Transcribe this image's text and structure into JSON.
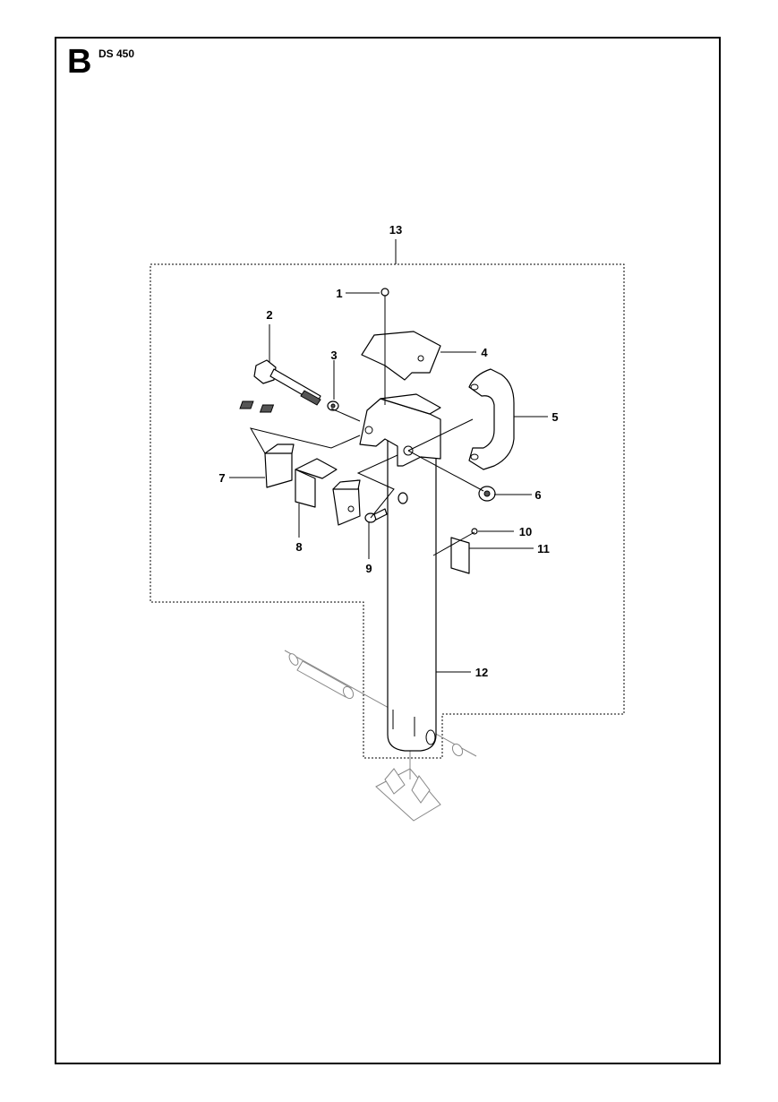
{
  "header": {
    "section_letter": "B",
    "model": "DS 450"
  },
  "callouts": [
    {
      "id": "1",
      "label": "1"
    },
    {
      "id": "2",
      "label": "2"
    },
    {
      "id": "3",
      "label": "3"
    },
    {
      "id": "4",
      "label": "4"
    },
    {
      "id": "5",
      "label": "5"
    },
    {
      "id": "6",
      "label": "6"
    },
    {
      "id": "7",
      "label": "7"
    },
    {
      "id": "8",
      "label": "8"
    },
    {
      "id": "9",
      "label": "9"
    },
    {
      "id": "10",
      "label": "10"
    },
    {
      "id": "11",
      "label": "11"
    },
    {
      "id": "12",
      "label": "12"
    },
    {
      "id": "13",
      "label": "13"
    }
  ],
  "colors": {
    "line": "#000000",
    "ghost": "#888888",
    "background": "#ffffff"
  }
}
